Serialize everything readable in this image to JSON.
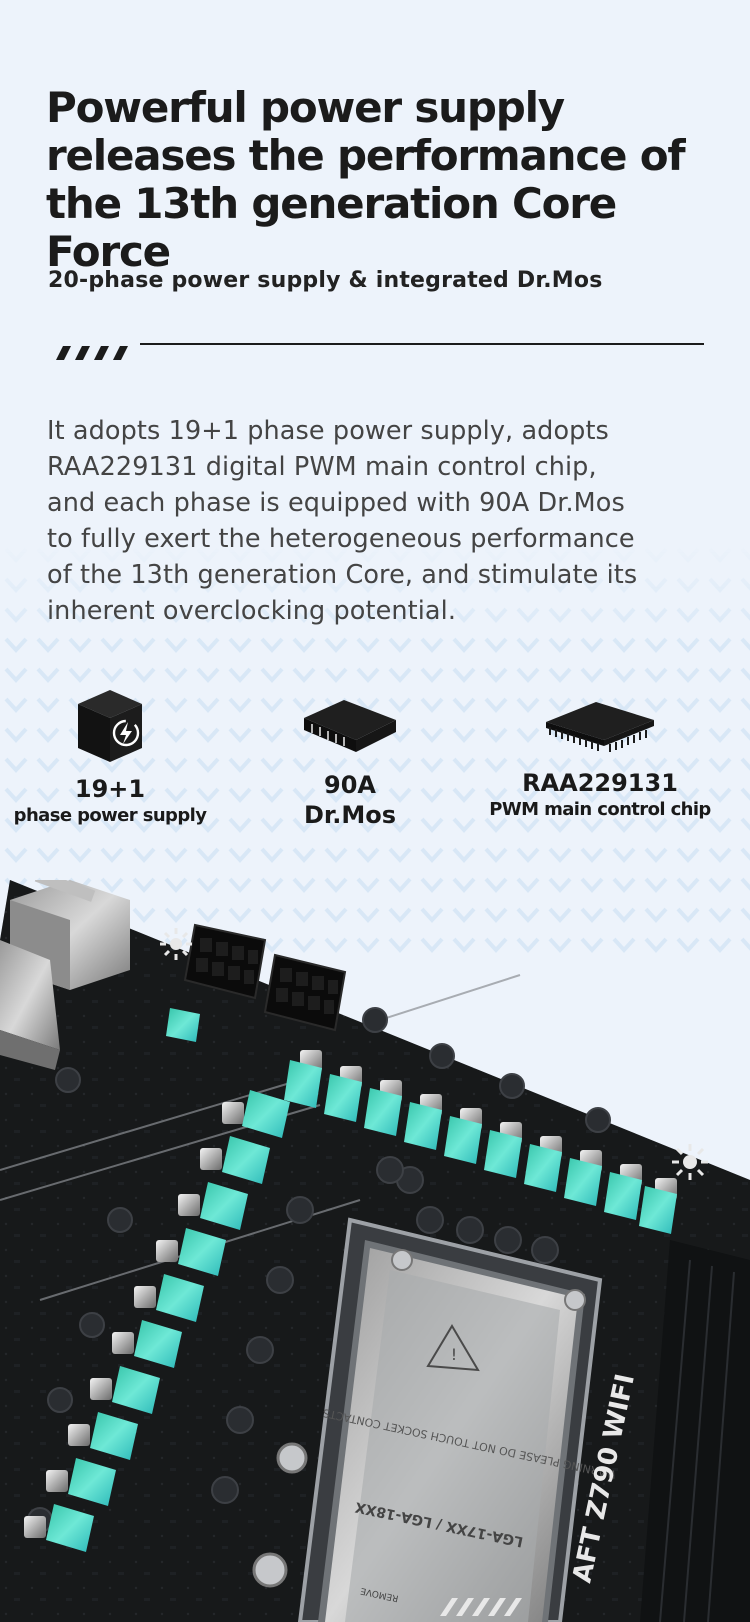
{
  "header": {
    "title_lines": [
      "Powerful power supply",
      "releases the performance of",
      "the 13th generation Core Force"
    ],
    "subtitle": "20-phase power supply & integrated Dr.Mos"
  },
  "description_lines": [
    "It adopts 19+1 phase power supply, adopts",
    "RAA229131 digital PWM main control chip,",
    "and each phase is equipped with 90A Dr.Mos",
    "to fully exert the heterogeneous performance",
    "of the 13th generation Core, and stimulate its",
    "inherent overclocking potential."
  ],
  "features": [
    {
      "icon": "power-cube-icon",
      "value": "19+1",
      "caption": "phase power supply"
    },
    {
      "icon": "mosfet-chip-icon",
      "value": "90A",
      "caption": "Dr.Mos"
    },
    {
      "icon": "controller-chip-icon",
      "value": "RAA229131",
      "caption": "PWM main control chip"
    }
  ],
  "board": {
    "model_text": "AFT Z790 WIFI",
    "socket_text": "LGA-17XX / LGA-18XX",
    "cover_notice": "WARNING PLEASE DO NOT TOUCH SOCKET CONTACTS",
    "cover_tab": "REMOVE"
  },
  "colors": {
    "background": "#edf3fb",
    "pattern": "#c7def2",
    "accent_heatsink": "#5be0c8",
    "board": "#17191b",
    "text": "#1e1e1e"
  }
}
